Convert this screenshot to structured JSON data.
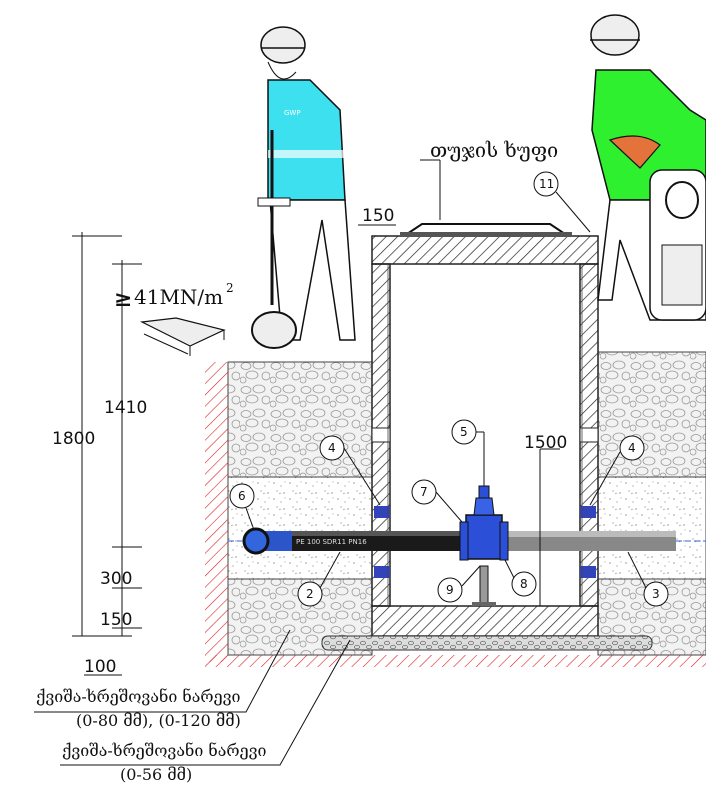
{
  "title_cover": "თუჯის ხუფი",
  "pressure_value": "41MN/m",
  "pressure_sup": "2",
  "pressure_symbol": "≥",
  "badge_worker": "GWP",
  "dims": {
    "d150_top": "150",
    "d1410": "1410",
    "d1800": "1800",
    "d1500": "1500",
    "d300": "300",
    "d150_bot": "150",
    "d100": "100"
  },
  "pipe_text": "PE 100  SDR11  PN16",
  "callouts": [
    "11",
    "4",
    "4",
    "5",
    "6",
    "7",
    "2",
    "3",
    "8",
    "9"
  ],
  "material_1_line1": "ქვიშა-ხრეშოვანი ნარევი",
  "material_1_line2": "(0-80 მმ), (0-120 მმ)",
  "material_2_line1": "ქვიშა-ხრეშოვანი ნარევი",
  "material_2_line2": "(0-56 მმ)"
}
